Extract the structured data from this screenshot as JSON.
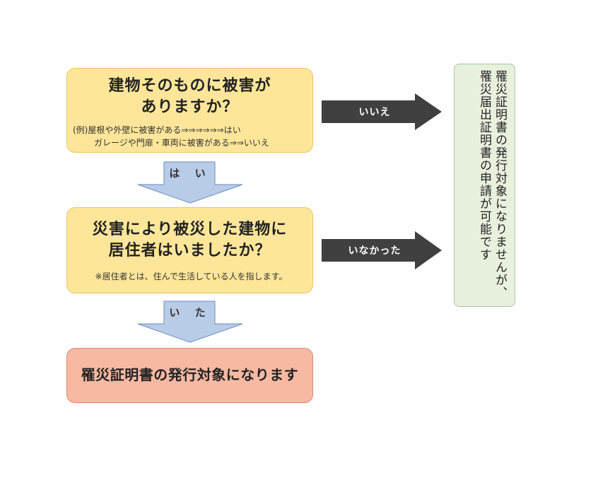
{
  "question1": {
    "title_line1": "建物そのものに被害が",
    "title_line2": "ありますか？",
    "example_line1": "(例)屋根や外壁に被害がある⇒⇒⇒⇒⇒⇒はい",
    "example_line2": "ガレージや門扉・車両に被害がある⇒⇒いいえ"
  },
  "question2": {
    "title_line1": "災害により被災した建物に",
    "title_line2": "居住者はいましたか？",
    "note": "※居住者とは、住んで生活している人を指します。"
  },
  "result": {
    "label": "罹災証明書の発行対象になります"
  },
  "side_note": {
    "line1": "罹災証明書の発行対象になりませんが、",
    "line2": "罹災届出証明書の申請が可能です"
  },
  "arrows": {
    "no": "いいえ",
    "yes": "は い",
    "absent": "いなかった",
    "resided": "い た"
  },
  "colors": {
    "question_fill": "#fde699",
    "result_fill": "#f7b9a2",
    "side_fill": "#e7f1dd",
    "dark_arrow": "#404040",
    "blue_arrow": "#b8cce8"
  }
}
